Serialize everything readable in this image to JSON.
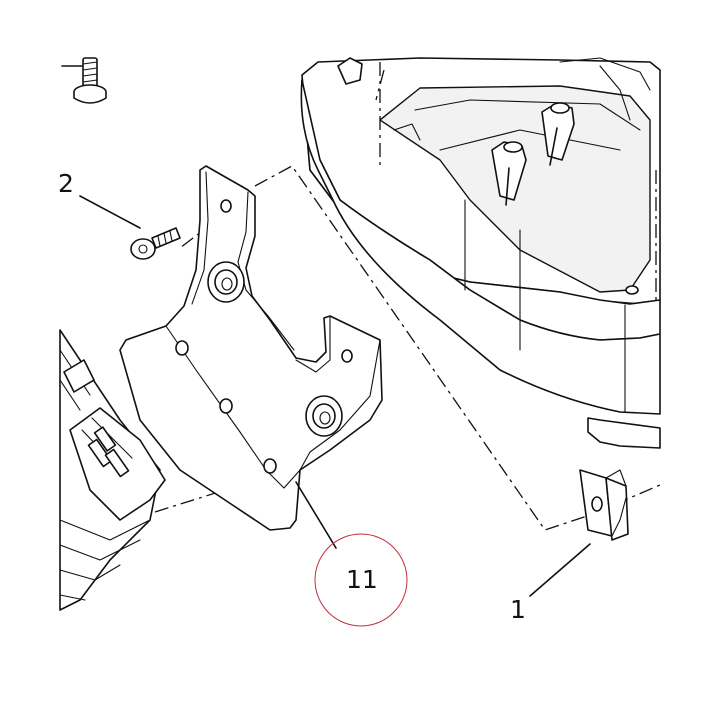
{
  "callouts": {
    "one": "1",
    "two": "2",
    "eleven": "11"
  },
  "colors": {
    "line": "#111111",
    "highlight_circle": "#c0303a",
    "background": "#ffffff"
  }
}
